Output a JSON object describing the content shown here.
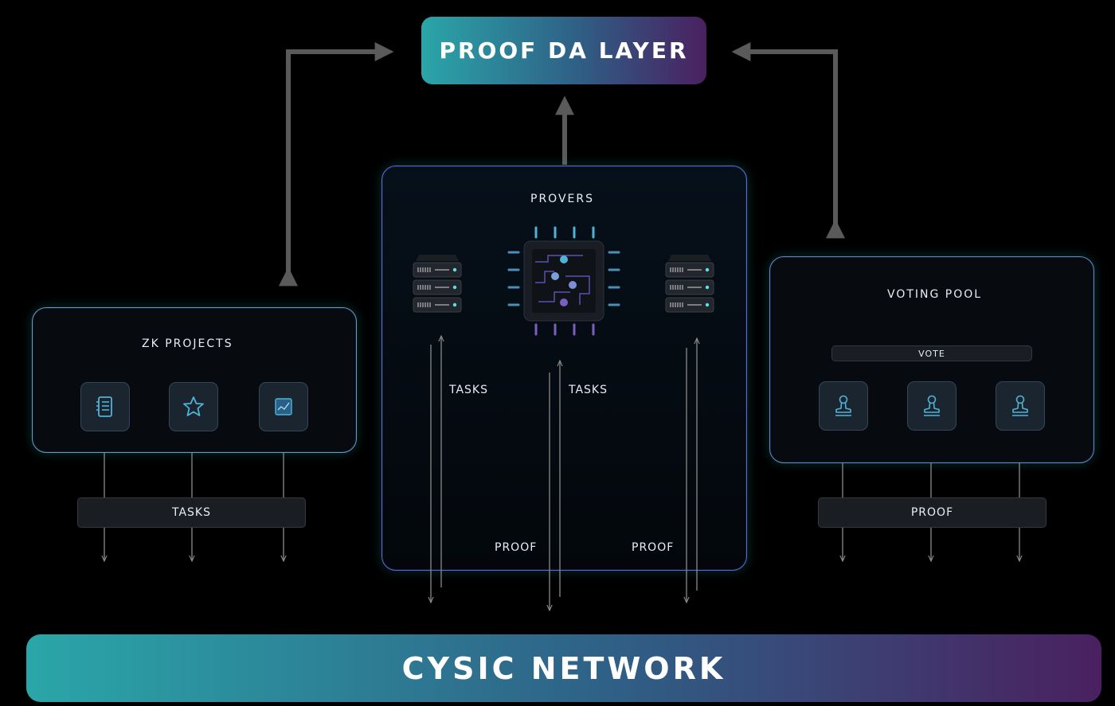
{
  "top_box": {
    "label": "PROOF DA LAYER"
  },
  "bottom_box": {
    "label": "CYSIC NETWORK"
  },
  "zk_projects": {
    "title": "ZK PROJECTS",
    "bar_label": "TASKS",
    "icons": [
      "document-list-icon",
      "star-icon",
      "chart-icon"
    ]
  },
  "provers": {
    "title": "PROVERS",
    "labels": {
      "tasks_left": "TASKS",
      "tasks_mid": "TASKS",
      "proof_left": "PROOF",
      "proof_right": "PROOF"
    },
    "icons": [
      "server-icon",
      "chip-icon",
      "server-icon"
    ]
  },
  "voting_pool": {
    "title": "VOTING POOL",
    "vote_label": "VOTE",
    "bar_label": "PROOF",
    "icons": [
      "stamp-icon",
      "stamp-icon",
      "stamp-icon"
    ]
  },
  "colors": {
    "gradient_start": "#2aa6a8",
    "gradient_mid": "#2f5f86",
    "gradient_end": "#4a2060",
    "arrow": "#5a5a5a",
    "thin_line": "#8a8a8a"
  }
}
